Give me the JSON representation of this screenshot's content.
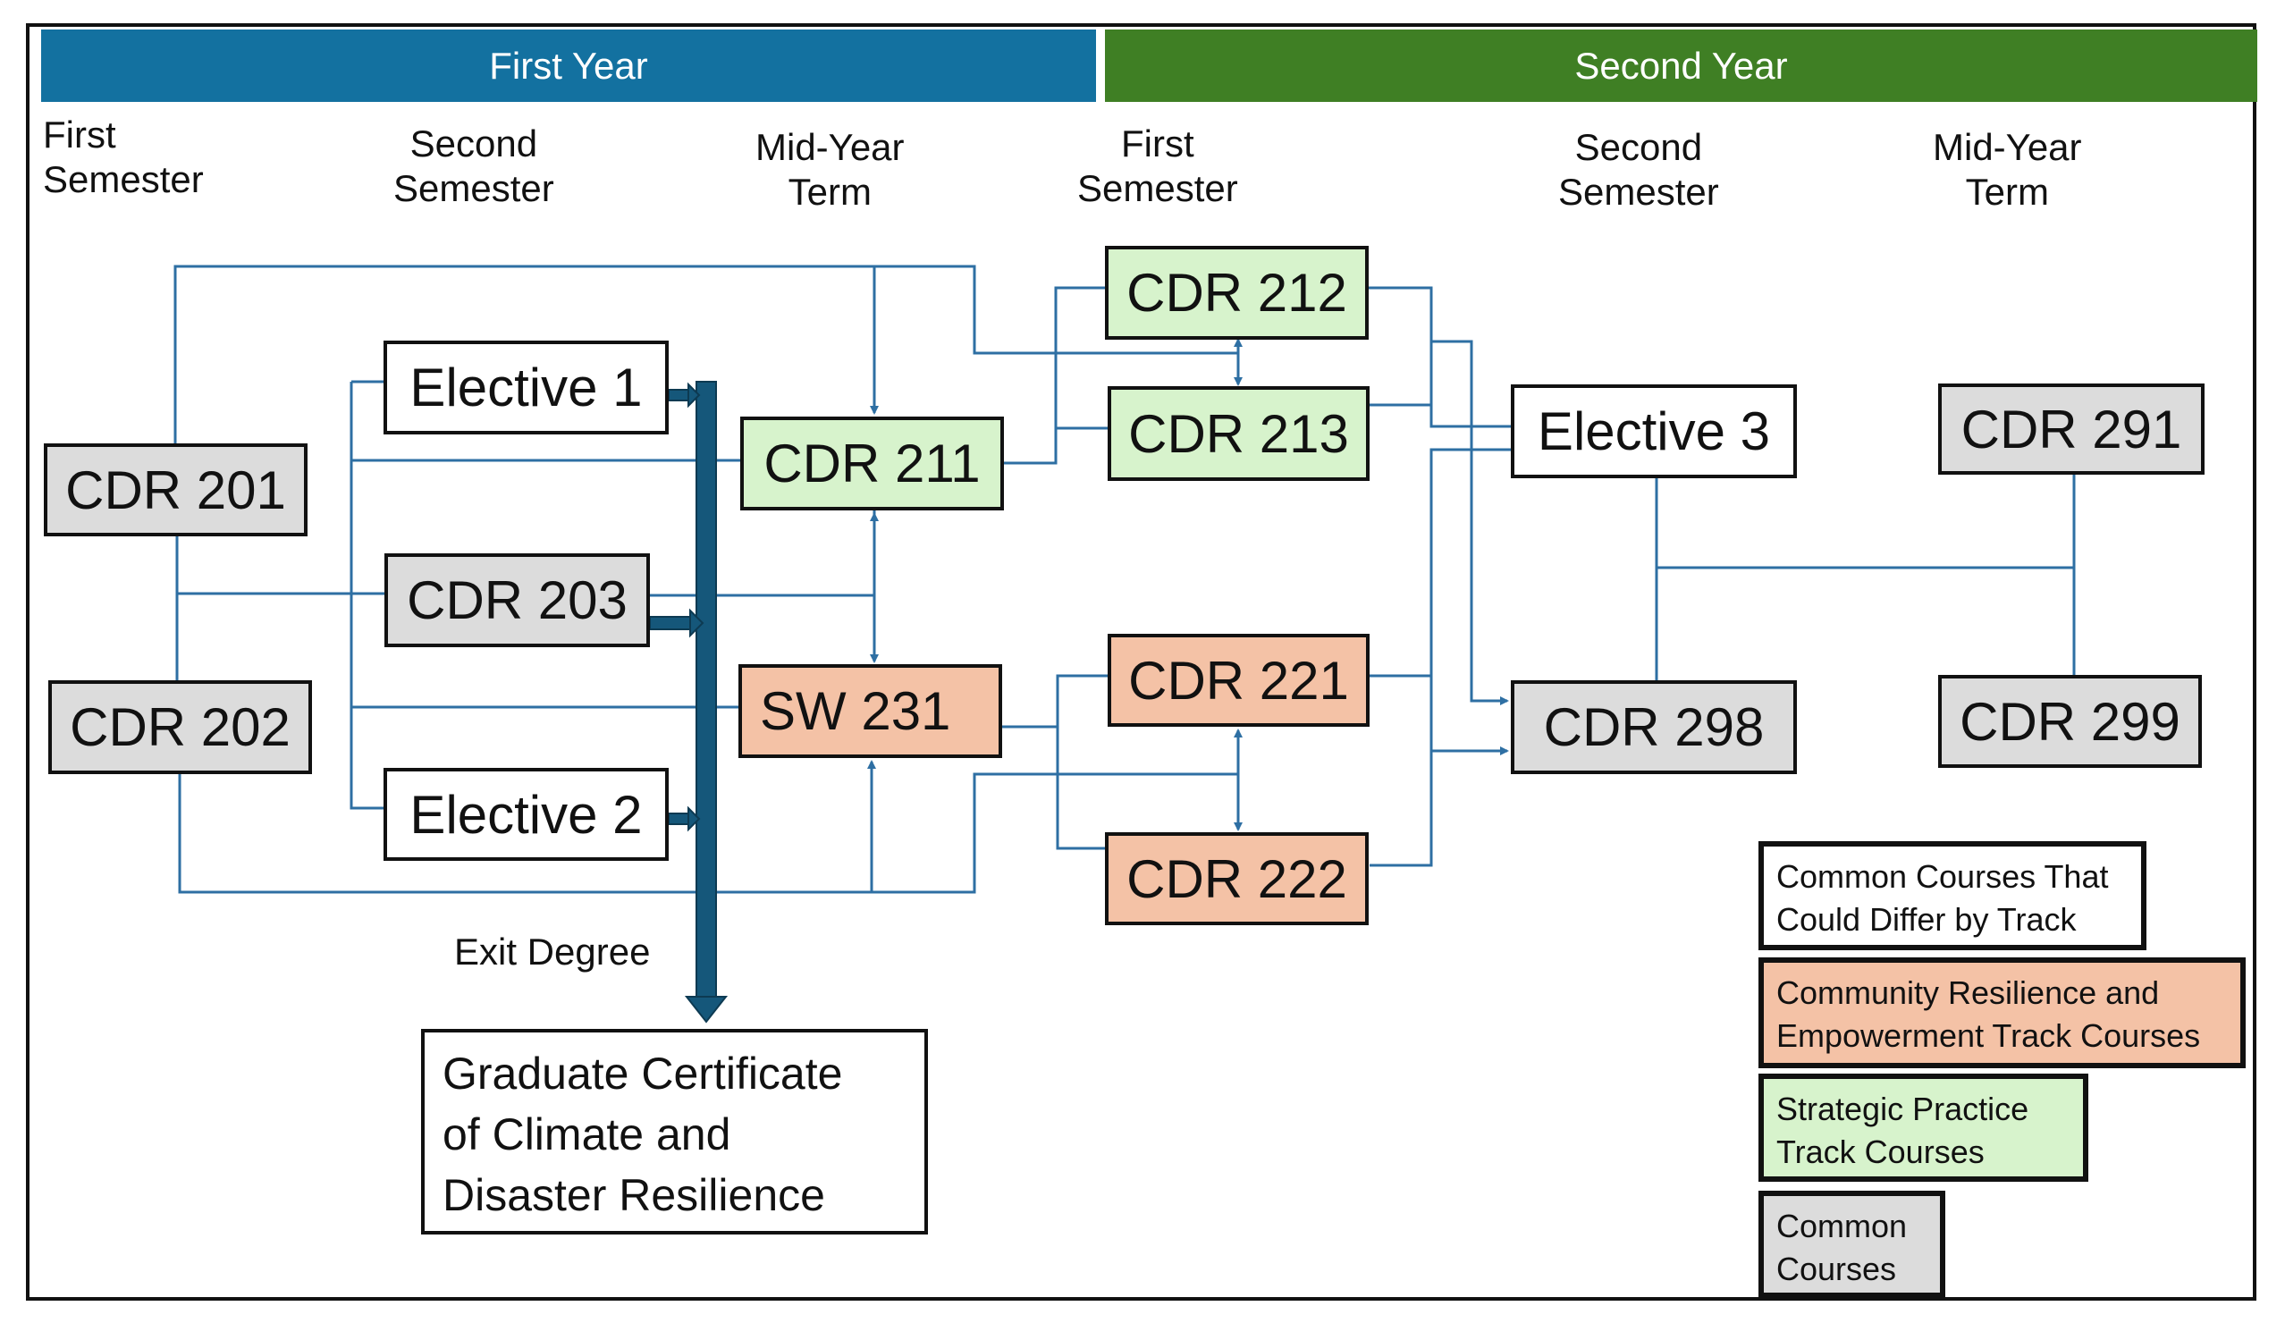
{
  "years": [
    {
      "label": "First Year",
      "color": "#1371a0"
    },
    {
      "label": "Second Year",
      "color": "#3f7f24"
    }
  ],
  "terms": [
    {
      "line1": "First",
      "line2": "Semester"
    },
    {
      "line1": "Second",
      "line2": "Semester"
    },
    {
      "line1": "Mid-Year",
      "line2": "Term"
    },
    {
      "line1": "First",
      "line2": "Semester"
    },
    {
      "line1": "Second",
      "line2": "Semester"
    },
    {
      "line1": "Mid-Year",
      "line2": "Term"
    }
  ],
  "courses": {
    "cdr201": {
      "label": "CDR 201",
      "type": "common"
    },
    "cdr202": {
      "label": "CDR 202",
      "type": "common"
    },
    "elective1": {
      "label": "Elective 1",
      "type": "elective"
    },
    "cdr203": {
      "label": "CDR 203",
      "type": "common"
    },
    "elective2": {
      "label": "Elective 2",
      "type": "elective"
    },
    "cdr211": {
      "label": "CDR 211",
      "type": "strategic"
    },
    "sw231": {
      "label": "SW 231",
      "type": "community"
    },
    "cdr212": {
      "label": "CDR 212",
      "type": "strategic"
    },
    "cdr213": {
      "label": "CDR 213",
      "type": "strategic"
    },
    "cdr221": {
      "label": "CDR 221",
      "type": "community"
    },
    "cdr222": {
      "label": "CDR 222",
      "type": "community"
    },
    "elective3": {
      "label": "Elective 3",
      "type": "elective"
    },
    "cdr298": {
      "label": "CDR 298",
      "type": "common"
    },
    "cdr291": {
      "label": "CDR 291",
      "type": "common"
    },
    "cdr299": {
      "label": "CDR 299",
      "type": "common"
    }
  },
  "exit": {
    "label": "Exit Degree",
    "certificate": [
      "Graduate Certificate",
      "of Climate and",
      "Disaster Resilience"
    ]
  },
  "legend": [
    {
      "line1": "Common Courses That",
      "line2": "Could Differ by Track",
      "color": "#ffffff"
    },
    {
      "line1": "Community Resilience and",
      "line2": "Empowerment Track Courses",
      "color": "#f4c2a6"
    },
    {
      "line1": "Strategic Practice",
      "line2": "Track Courses",
      "color": "#d7f3cc"
    },
    {
      "line1": "Common",
      "line2": "Courses",
      "color": "#dcdcdc"
    }
  ],
  "colors": {
    "connector": "#2e6fa3",
    "exit_bar": "#15577a"
  }
}
